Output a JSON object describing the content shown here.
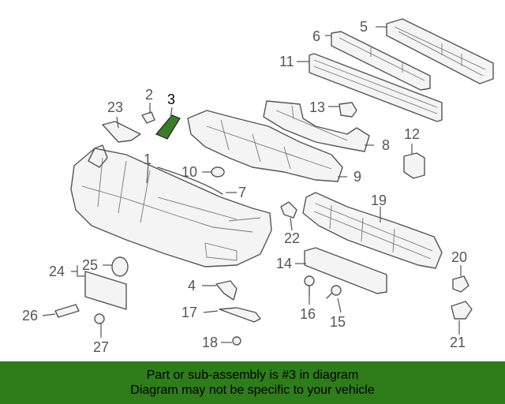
{
  "colors": {
    "highlight": "#3a7d2a",
    "banner_bg": "#2e7d1a",
    "line": "#555555"
  },
  "callouts": [
    {
      "id": "1",
      "label": "1"
    },
    {
      "id": "2",
      "label": "2"
    },
    {
      "id": "3",
      "label": "3"
    },
    {
      "id": "4",
      "label": "4"
    },
    {
      "id": "5",
      "label": "5"
    },
    {
      "id": "6",
      "label": "6"
    },
    {
      "id": "7",
      "label": "7"
    },
    {
      "id": "8",
      "label": "8"
    },
    {
      "id": "9",
      "label": "9"
    },
    {
      "id": "10",
      "label": "10"
    },
    {
      "id": "11",
      "label": "11"
    },
    {
      "id": "12",
      "label": "12"
    },
    {
      "id": "13",
      "label": "13"
    },
    {
      "id": "14",
      "label": "14"
    },
    {
      "id": "15",
      "label": "15"
    },
    {
      "id": "16",
      "label": "16"
    },
    {
      "id": "17",
      "label": "17"
    },
    {
      "id": "18",
      "label": "18"
    },
    {
      "id": "19",
      "label": "19"
    },
    {
      "id": "20",
      "label": "20"
    },
    {
      "id": "21",
      "label": "21"
    },
    {
      "id": "22",
      "label": "22"
    },
    {
      "id": "23",
      "label": "23"
    },
    {
      "id": "24",
      "label": "24"
    },
    {
      "id": "25",
      "label": "25"
    },
    {
      "id": "26",
      "label": "26"
    },
    {
      "id": "27",
      "label": "27"
    }
  ],
  "highlighted_part": "3",
  "banner": {
    "line1": "Part or sub-assembly is #3 in diagram",
    "line2": "Diagram may not be specific to your vehicle"
  }
}
